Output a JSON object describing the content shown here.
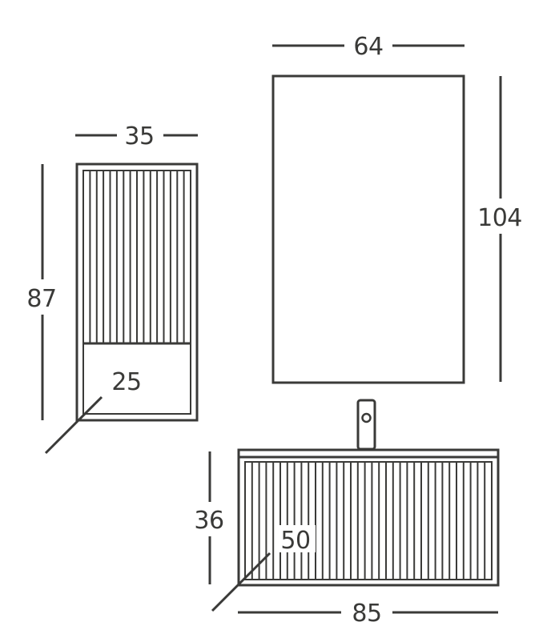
{
  "colors": {
    "ink": "#3a3a38",
    "background": "#ffffff"
  },
  "tall_cabinet": {
    "width": "35",
    "height": "87",
    "depth": "25"
  },
  "mirror": {
    "width": "64",
    "height": "104"
  },
  "vanity": {
    "height": "36",
    "depth": "50",
    "width": "85"
  },
  "faucet": {
    "icon": "faucet-icon"
  }
}
